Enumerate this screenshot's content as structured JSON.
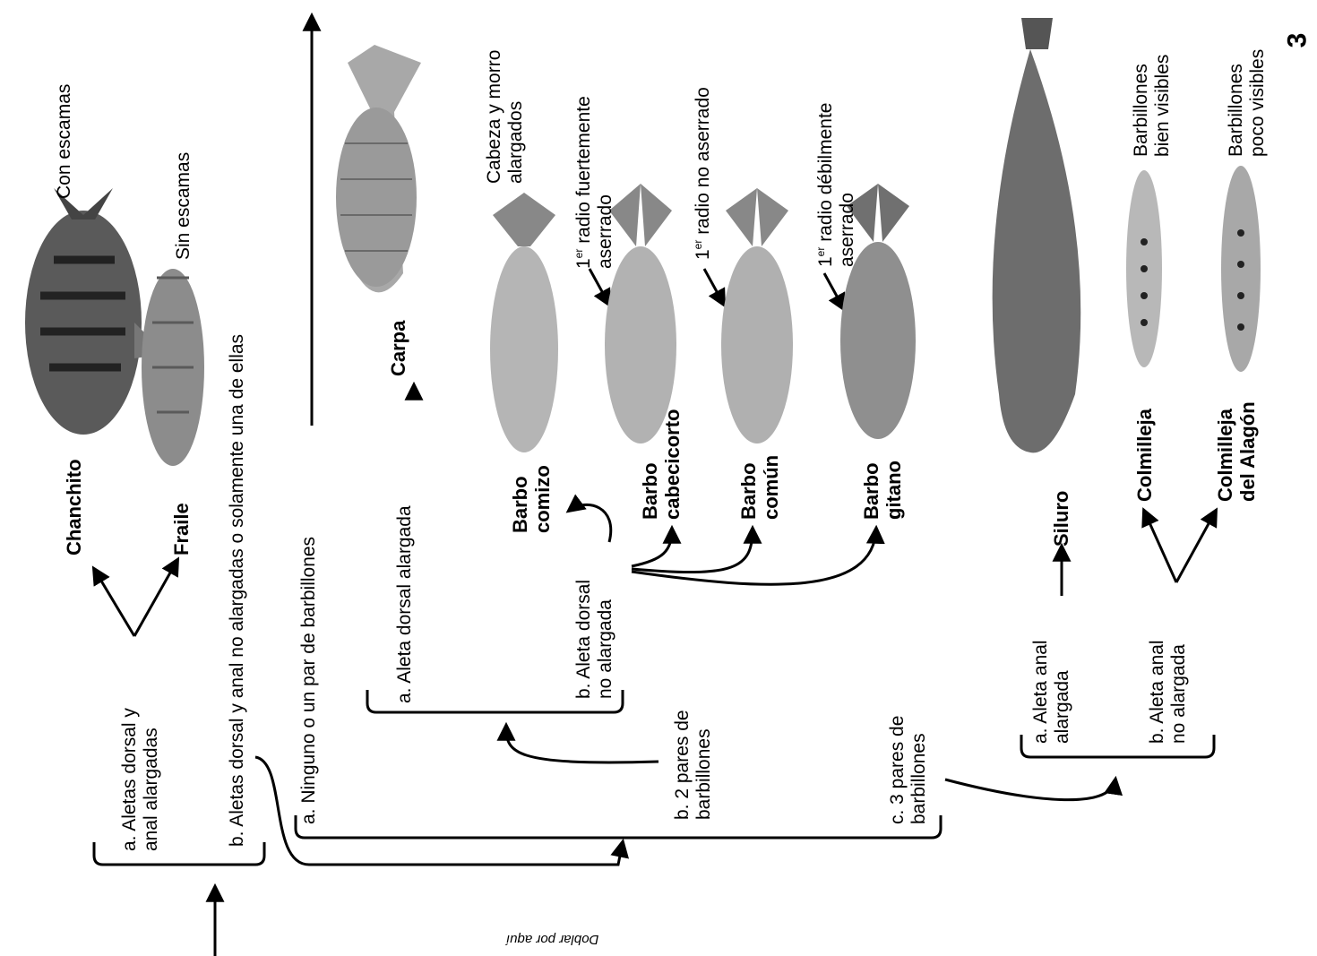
{
  "page_number": "3",
  "fold_note": "Doblar por aquí",
  "key": {
    "step1": {
      "a": "a. Aletas dorsal y\nanal alargadas",
      "b": "b. Aletas dorsal y anal no alargadas o solamente una de ellas"
    },
    "step2": {
      "a": "a. Ninguno o un par de barbillones",
      "b": "b. 2 pares de\nbarbillones",
      "c": "c. 3 pares de\nbarbillones"
    },
    "step3": {
      "a": "a. Aleta dorsal alargada",
      "b": "b. Aleta dorsal\nno alargada"
    },
    "step4": {
      "a": "a. Aleta anal\nalargada",
      "b": "b. Aleta anal\nno alargada"
    }
  },
  "traits": {
    "con_escamas": "Con escamas",
    "sin_escamas": "Sin escamas",
    "cabeza_morro": "Cabeza y morro\nalargados",
    "radio_fuerte_pre": "1",
    "radio_fuerte_sup": "er",
    "radio_fuerte_post": " radio fuertemente\naserrado",
    "radio_no_pre": "1",
    "radio_no_sup": "er",
    "radio_no_post": " radio no aserrado",
    "radio_debil_pre": "1",
    "radio_debil_sup": "er",
    "radio_debil_post": " radio débilmente\naserrado",
    "barbillones_bien": "Barbillones\nbien visibles",
    "barbillones_poco": "Barbillones\npoco visibles"
  },
  "species": {
    "chanchito": "Chanchito",
    "fraile": "Fraile",
    "carpa": "Carpa",
    "barbo_comizo": "Barbo\ncomizo",
    "barbo_cabecicorto": "Barbo\ncabecicorto",
    "barbo_comun": "Barbo\ncomún",
    "barbo_gitano": "Barbo\ngitano",
    "siluro": "Siluro",
    "colmilleja": "Colmilleja",
    "colmilleja_alagon": "Colmilleja\ndel Alagón"
  }
}
